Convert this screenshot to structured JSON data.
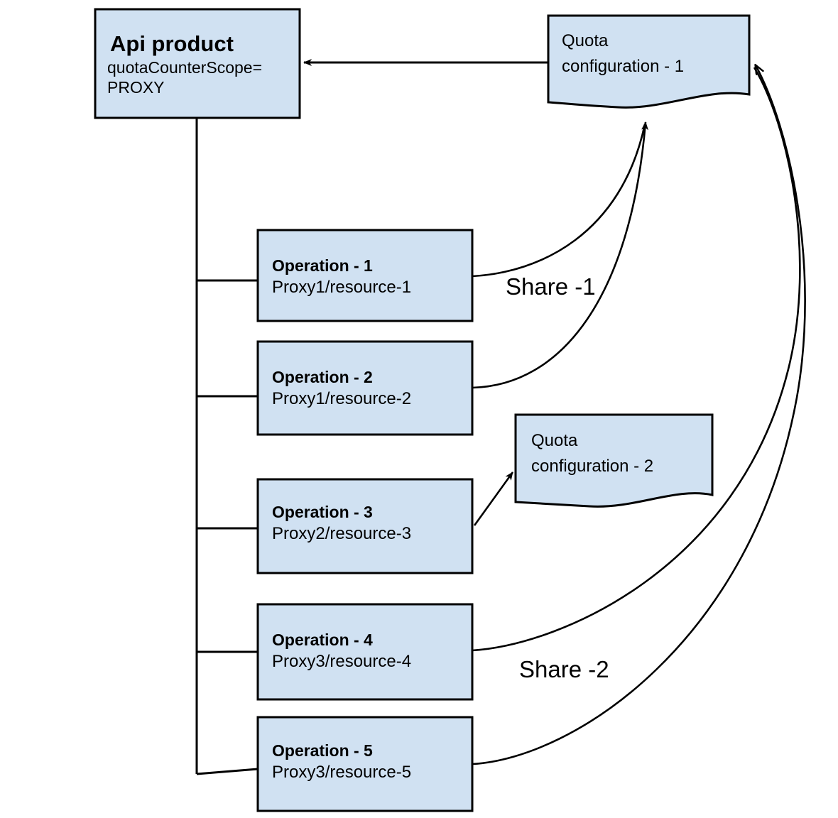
{
  "diagram": {
    "title": "Api product quota counter scope diagram",
    "colors": {
      "node_fill": "#d0e1f2",
      "stroke": "#000000",
      "background": "#ffffff"
    },
    "api_product": {
      "title": "Api product",
      "attribute": "quotaCounterScope=",
      "attribute_value": "PROXY"
    },
    "operations": [
      {
        "title": "Operation - 1",
        "path": "Proxy1/resource-1"
      },
      {
        "title": "Operation - 2",
        "path": "Proxy1/resource-2"
      },
      {
        "title": "Operation - 3",
        "path": "Proxy2/resource-3"
      },
      {
        "title": "Operation - 4",
        "path": "Proxy3/resource-4"
      },
      {
        "title": "Operation - 5",
        "path": "Proxy3/resource-5"
      }
    ],
    "quota_configs": [
      {
        "line1": "Quota",
        "line2": "configuration - 1"
      },
      {
        "line1": "Quota",
        "line2": "configuration - 2"
      }
    ],
    "edge_labels": [
      {
        "text": "Share -1"
      },
      {
        "text": "Share -2"
      }
    ]
  }
}
